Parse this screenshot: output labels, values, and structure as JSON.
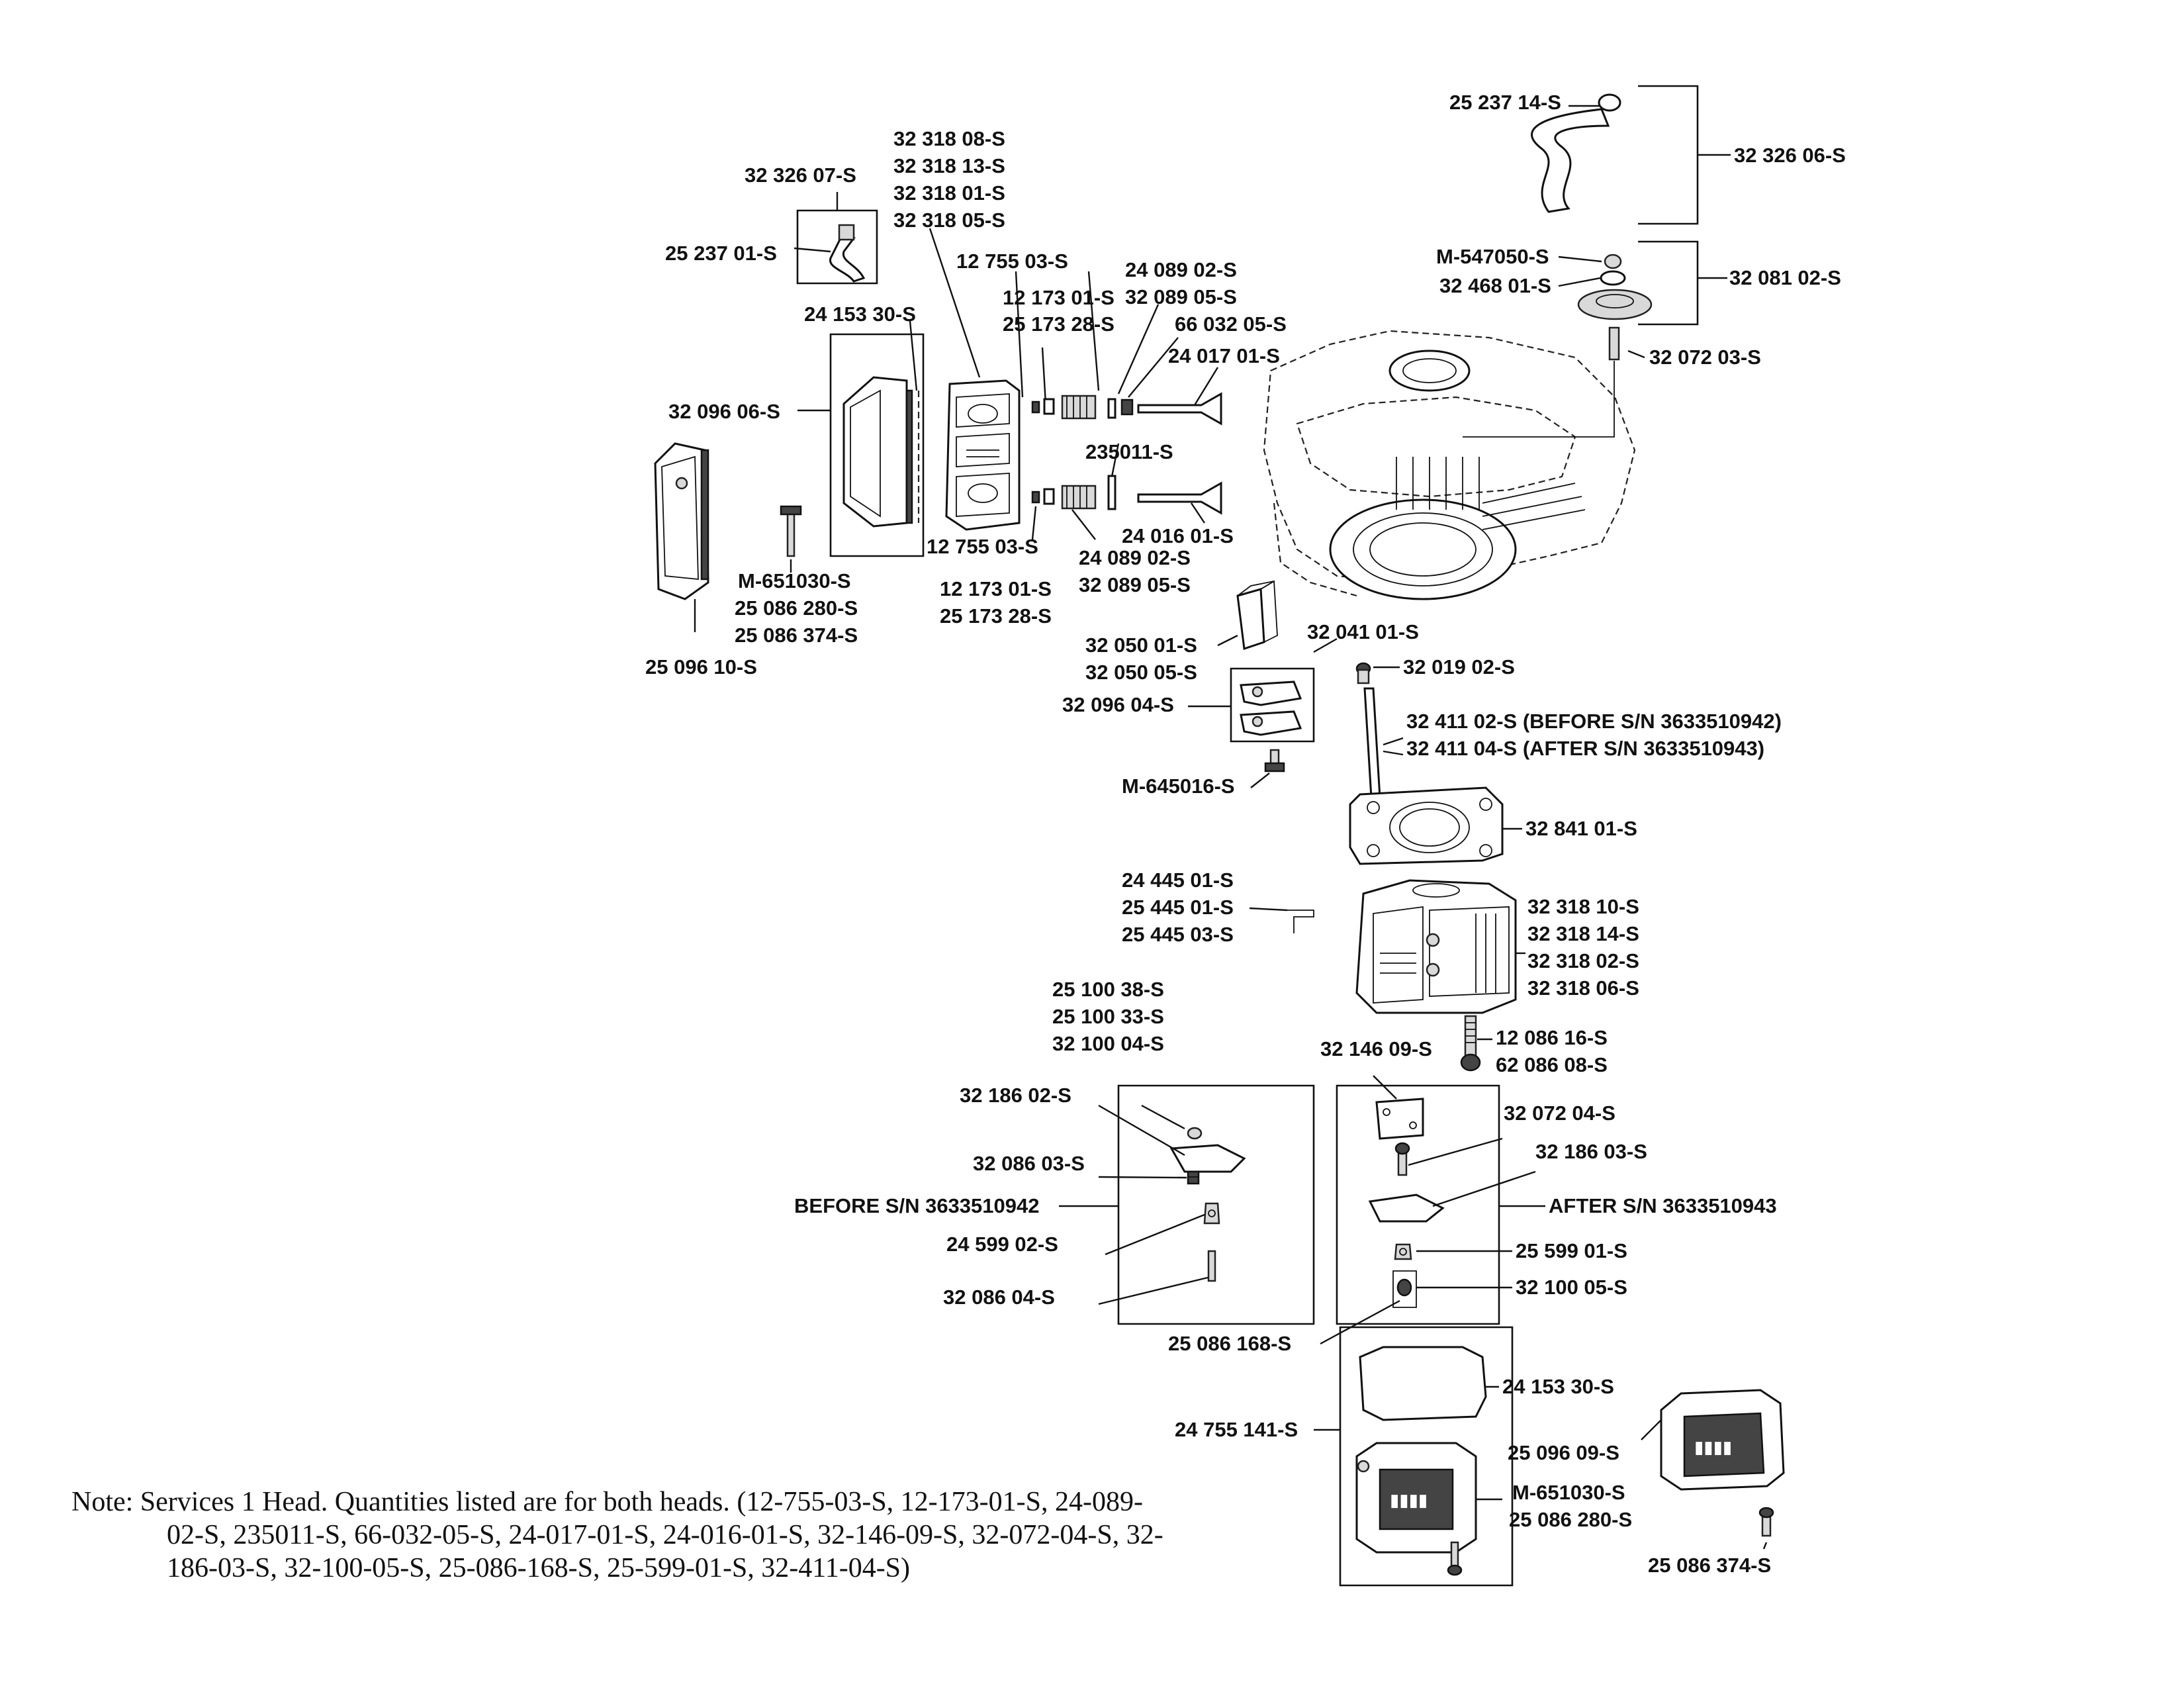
{
  "labels": {
    "hose_clamp": "25 237 14-S",
    "breather_hose_assy": "32 326 06-S",
    "nut_top": "M-547050-S",
    "grommet": "32 468 01-S",
    "breather_cover": "32 081 02-S",
    "stud": "32 072 03-S",
    "breather_tube_assy": "32 326 07-S",
    "breather_tube": "25 237 01-S",
    "head_l1": "32 318 08-S",
    "head_l2": "32 318 13-S",
    "head_l3": "32 318 01-S",
    "head_l4": "32 318 05-S",
    "gasket_left": "24 153 30-S",
    "keeper_top": "12 755 03-S",
    "retainer_top": "12 173 01-S",
    "retainer_top2": "25 173 28-S",
    "spring_top1": "24 089 02-S",
    "spring_top2": "32 089 05-S",
    "seal_top": "66 032 05-S",
    "valve_exhaust": "24 017 01-S",
    "valve_guide": "235011-S",
    "cover_left": "32 096 06-S",
    "keeper_bottom": "12 755 03-S",
    "valve_intake": "24 016 01-S",
    "spring_bot1": "24 089 02-S",
    "spring_bot2": "32 089 05-S",
    "retainer_bot1": "12 173 01-S",
    "retainer_bot2": "25 173 28-S",
    "screw_left1": "M-651030-S",
    "screw_left2": "25 086 280-S",
    "screw_left3": "25 086 374-S",
    "valve_cover_left": "25 096 10-S",
    "block1": "32 050 01-S",
    "block2": "32 050 05-S",
    "push_rod_guide": "32 096 04-S",
    "rod_seal": "32 041 01-S",
    "rod_screw": "32 019 02-S",
    "push_rod_before": "32 411 02-S (BEFORE S/N 3633510942)",
    "push_rod_after": "32 411 04-S (AFTER S/N 3633510943)",
    "screw_guide": "M-645016-S",
    "head_gasket": "32 841 01-S",
    "bracket1": "24 445 01-S",
    "bracket2": "25 445 01-S",
    "bracket3": "25 445 03-S",
    "head_r1": "32 318 10-S",
    "head_r2": "32 318 14-S",
    "head_r3": "32 318 02-S",
    "head_r4": "32 318 06-S",
    "head_bolt1": "12 086 16-S",
    "head_bolt2": "62 086 08-S",
    "nut1": "25 100 38-S",
    "nut2": "25 100 33-S",
    "nut3": "32 100 04-S",
    "rocker_before": "32 186 02-S",
    "pivot_stud": "32 086 03-S",
    "before_sn": "BEFORE S/N 3633510942",
    "pivot_before": "24 599 02-S",
    "stud_before": "32 086 04-S",
    "plate": "32 146 09-S",
    "stud_after": "32 072 04-S",
    "rocker_after": "32 186 03-S",
    "after_sn": "AFTER S/N 3633510943",
    "pivot_after": "25 599 01-S",
    "nut_after": "32 100 05-S",
    "screw_after": "25 086 168-S",
    "gasket_right": "24 153 30-S",
    "cover_assy": "24 755 141-S",
    "valve_cover_right": "25 096 09-S",
    "screw_right1": "M-651030-S",
    "screw_right2": "25 086 280-S",
    "screw_right3": "25 086 374-S"
  },
  "note": {
    "line1": "Note: Services 1 Head. Quantities listed are for both heads. (12-755-03-S, 12-173-01-S, 24-089-",
    "line2": "02-S, 235011-S, 66-032-05-S, 24-017-01-S, 24-016-01-S, 32-146-09-S, 32-072-04-S, 32-",
    "line3": "186-03-S, 32-100-05-S, 25-086-168-S, 25-599-01-S, 32-411-04-S)"
  }
}
